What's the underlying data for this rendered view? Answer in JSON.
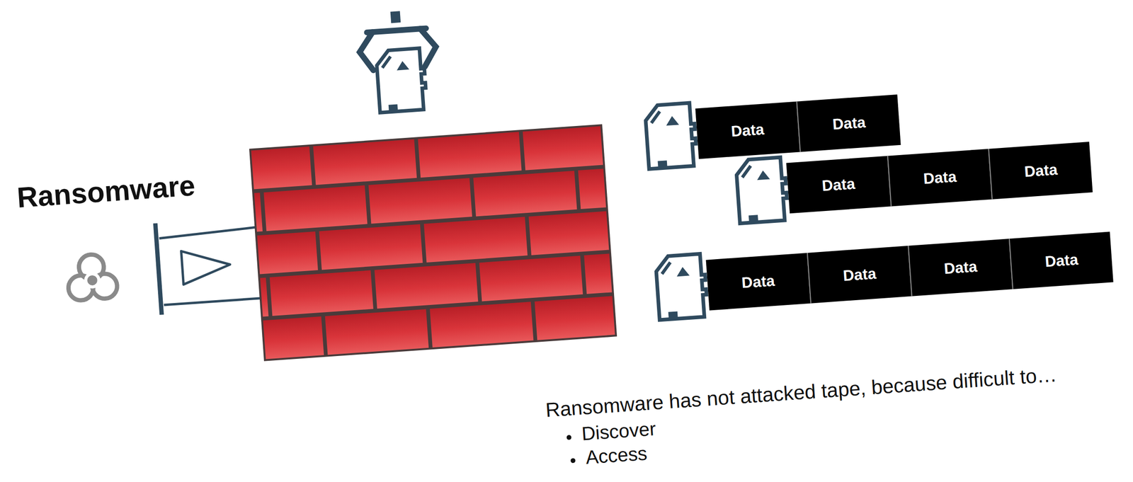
{
  "diagram": {
    "nodes": [
      {
        "text": [
          "Data"
        ]
      },
      {
        "text": [
          "Data"
        ]
      },
      {
        "text": [
          "Data"
        ]
      },
      {
        "text": [
          "Data"
        ]
      },
      {
        "text": [
          "Data"
        ]
      },
      {
        "text": [
          "Data"
        ]
      },
      {
        "text": [
          "Data"
        ]
      },
      {
        "text": [
          "Data"
        ]
      },
      {
        "text": [
          "Data"
        ]
      }
    ],
    "labels": [
      "Ransomware",
      "Ransomware has not attacked tape, because difficult to…",
      "Discover",
      "Access"
    ]
  }
}
